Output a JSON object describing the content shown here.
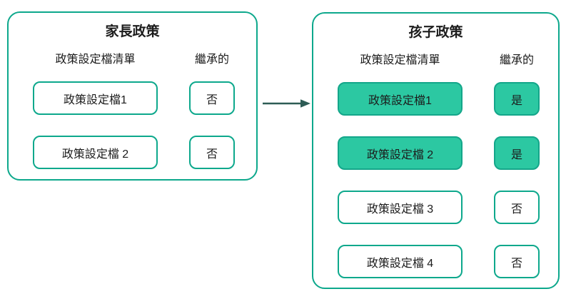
{
  "colors": {
    "panel_border": "#0da88c",
    "box_border": "#0da88c",
    "highlight_fill": "#2cc8a2",
    "highlight_border": "#14a68a",
    "arrow": "#2d5c55",
    "text": "#1c1c1c"
  },
  "parent": {
    "title": "家長政策",
    "col_profiles": "政策設定檔清單",
    "col_inherited": "繼承的",
    "rows": [
      {
        "profile": "政策設定檔1",
        "inherited": "否",
        "highlight": false
      },
      {
        "profile": "政策設定檔 2",
        "inherited": "否",
        "highlight": false
      }
    ]
  },
  "child": {
    "title": "孩子政策",
    "col_profiles": "政策設定檔清單",
    "col_inherited": "繼承的",
    "rows": [
      {
        "profile": "政策設定檔1",
        "inherited": "是",
        "highlight": true
      },
      {
        "profile": "政策設定檔 2",
        "inherited": "是",
        "highlight": true
      },
      {
        "profile": "政策設定檔 3",
        "inherited": "否",
        "highlight": false
      },
      {
        "profile": "政策設定檔 4",
        "inherited": "否",
        "highlight": false
      }
    ]
  }
}
